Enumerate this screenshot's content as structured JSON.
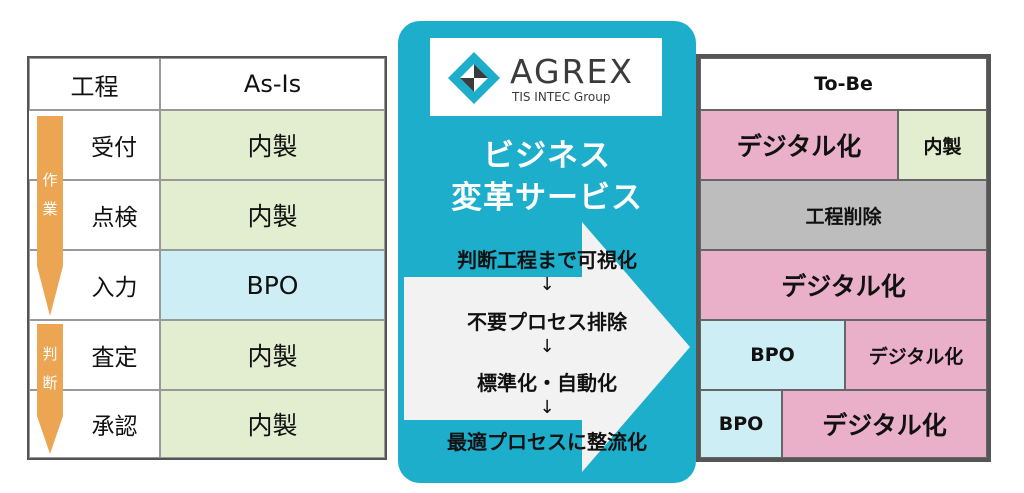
{
  "as_is": {
    "header": {
      "process": "工程",
      "state": "As-Is"
    },
    "phases": [
      {
        "label_chars": [
          "作",
          "業"
        ]
      },
      {
        "label_chars": [
          "判",
          "断"
        ]
      }
    ],
    "rows": [
      {
        "step": "受付",
        "value": "内製"
      },
      {
        "step": "点検",
        "value": "内製"
      },
      {
        "step": "入力",
        "value": "BPO"
      },
      {
        "step": "査定",
        "value": "内製"
      },
      {
        "step": "承認",
        "value": "内製"
      }
    ]
  },
  "center": {
    "logo": {
      "name": "AGREX",
      "sub": "TIS INTEC Group"
    },
    "title_line1": "ビジネス",
    "title_line2": "変革サービス",
    "flow": [
      "判断工程まで可視化",
      "不要プロセス排除",
      "標準化・自動化",
      "最適プロセスに整流化"
    ],
    "flow_arrow": "↓"
  },
  "to_be": {
    "header": "To-Be",
    "row1": {
      "left": "デジタル化",
      "right": "内製"
    },
    "row2": "工程削除",
    "row3": "デジタル化",
    "row4": {
      "left": "BPO",
      "right": "デジタル化"
    },
    "row5": {
      "left": "BPO",
      "right": "デジタル化"
    }
  },
  "colors": {
    "panel_teal": "#1daecc",
    "arrow_orange": "#eba553",
    "cell_green": "#e3edcf",
    "cell_blue": "#cdeef5",
    "cell_pink": "#eab0c9",
    "cell_gray": "#bdbdbd"
  }
}
